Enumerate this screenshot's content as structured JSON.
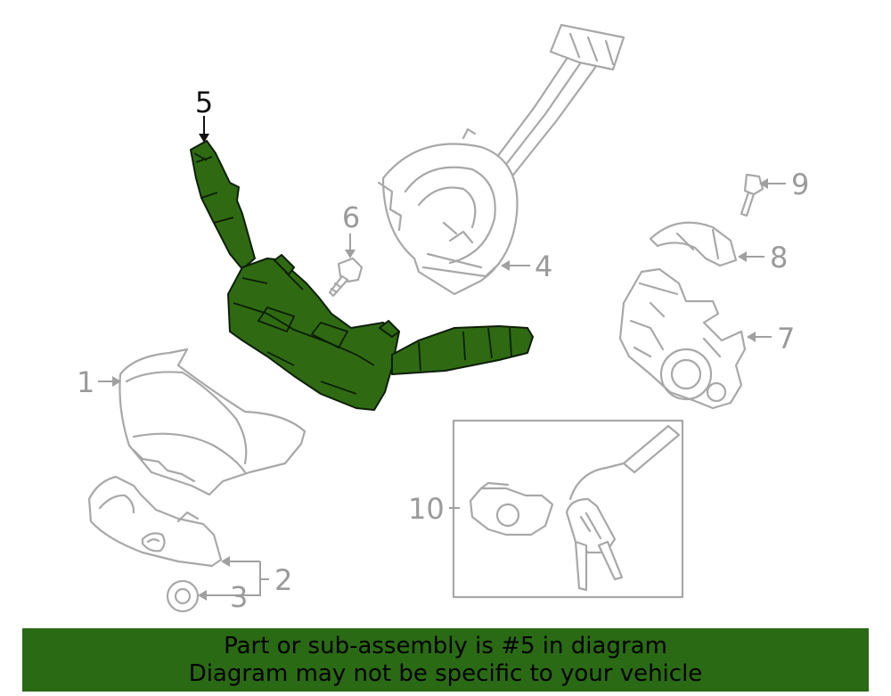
{
  "callouts": {
    "c1": "1",
    "c2": "2",
    "c3": "3",
    "c4": "4",
    "c5": "5",
    "c6": "6",
    "c7": "7",
    "c8": "8",
    "c9": "9",
    "c10": "10"
  },
  "banner": {
    "line1": "Part or sub-assembly is #5 in diagram",
    "line2": "Diagram may not be specific to your vehicle"
  },
  "colors": {
    "highlight": "#2f6a12",
    "banner": "#2a6a14",
    "line_art": "#a8a8a8"
  }
}
